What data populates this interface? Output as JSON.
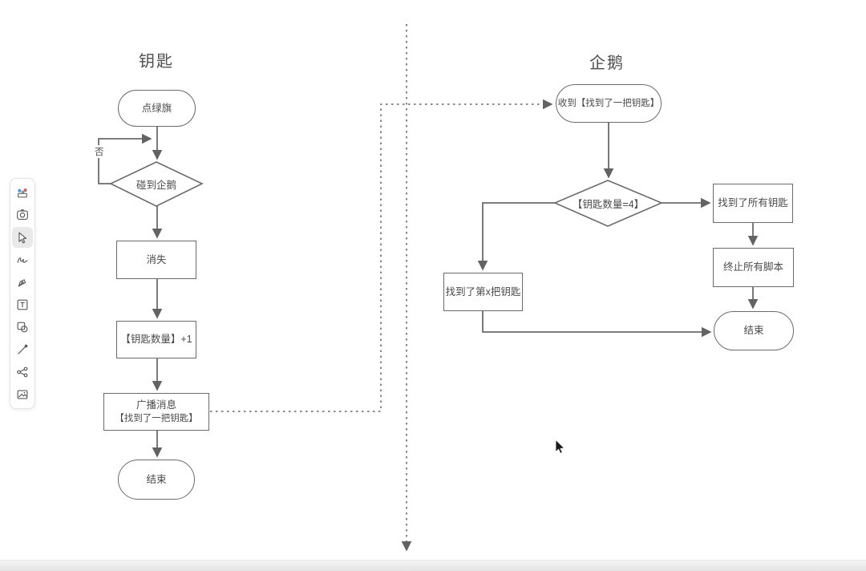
{
  "app": {
    "colors": {
      "shape_stroke": "#6b6b6b",
      "text": "#4a4a4a",
      "canvas": "#ffffff",
      "dotted_line": "#7a7a7a"
    }
  },
  "toolbar": {
    "tools": [
      {
        "name": "stickers"
      },
      {
        "name": "screenshot"
      },
      {
        "name": "select",
        "active": "true"
      },
      {
        "name": "pen"
      },
      {
        "name": "highlighter"
      },
      {
        "name": "text"
      },
      {
        "name": "shapes"
      },
      {
        "name": "line"
      },
      {
        "name": "connector"
      },
      {
        "name": "image"
      }
    ]
  },
  "flowchart_key": {
    "title": "钥匙",
    "start": "点绿旗",
    "decision": "碰到企鹅",
    "decision_no_label": "否",
    "step_disappear": "消失",
    "step_increment": "【钥匙数量】+1",
    "step_broadcast_line1": "广播消息",
    "step_broadcast_line2": "【找到了一把钥匙】",
    "end": "结束"
  },
  "flowchart_penguin": {
    "title": "企鹅",
    "start": "收到【找到了一把钥匙】",
    "decision": "【钥匙数量=4】",
    "step_found_all": "找到了所有钥匙",
    "step_stop_all": "终止所有脚本",
    "step_found_x": "找到了第x把钥匙",
    "end": "结束"
  }
}
